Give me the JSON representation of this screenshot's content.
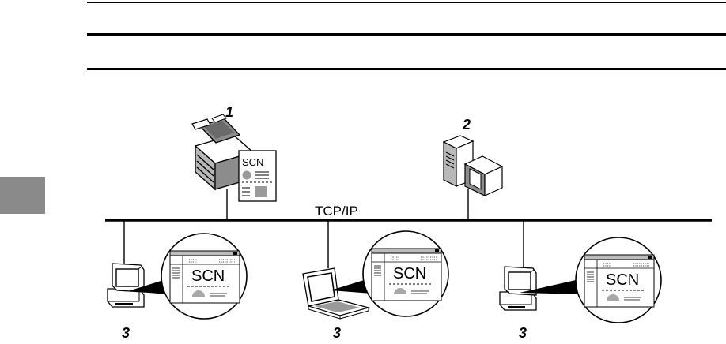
{
  "network": {
    "label": "TCP/IP"
  },
  "callouts": {
    "printer": "1",
    "server": "2",
    "client": "3"
  },
  "document": {
    "title": "SCN"
  }
}
